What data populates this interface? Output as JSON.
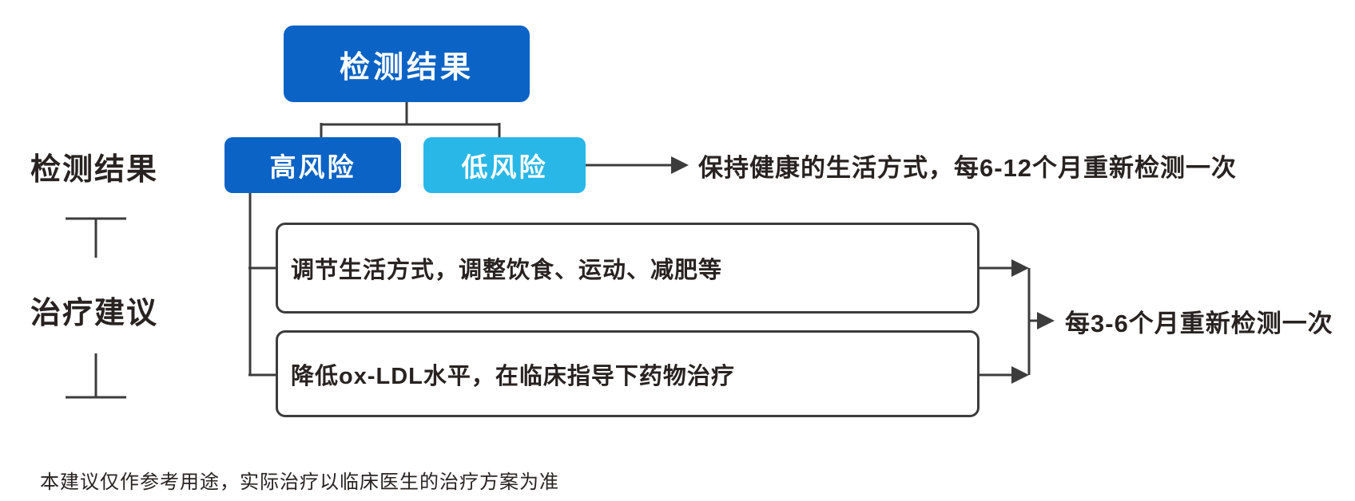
{
  "colors": {
    "primary_blue": "#0B63C5",
    "light_blue": "#29B7E8",
    "line": "#3C3C3C",
    "text_dark": "#282321"
  },
  "flowchart": {
    "root_label": "检测结果",
    "high_risk_label": "高风险",
    "low_risk_label": "低风险",
    "low_risk_outcome": "保持健康的生活方式，每6-12个月重新检测一次",
    "treatment_step_1": "调节生活方式，调整饮食、运动、减肥等",
    "treatment_step_2": "降低ox-LDL水平，在临床指导下药物治疗",
    "treatment_outcome": "每3-6个月重新检测一次"
  },
  "side_labels": {
    "results": "检测结果",
    "treatment": "治疗建议"
  },
  "footnote": "本建议仅作参考用途，实际治疗以临床医生的治疗方案为准"
}
